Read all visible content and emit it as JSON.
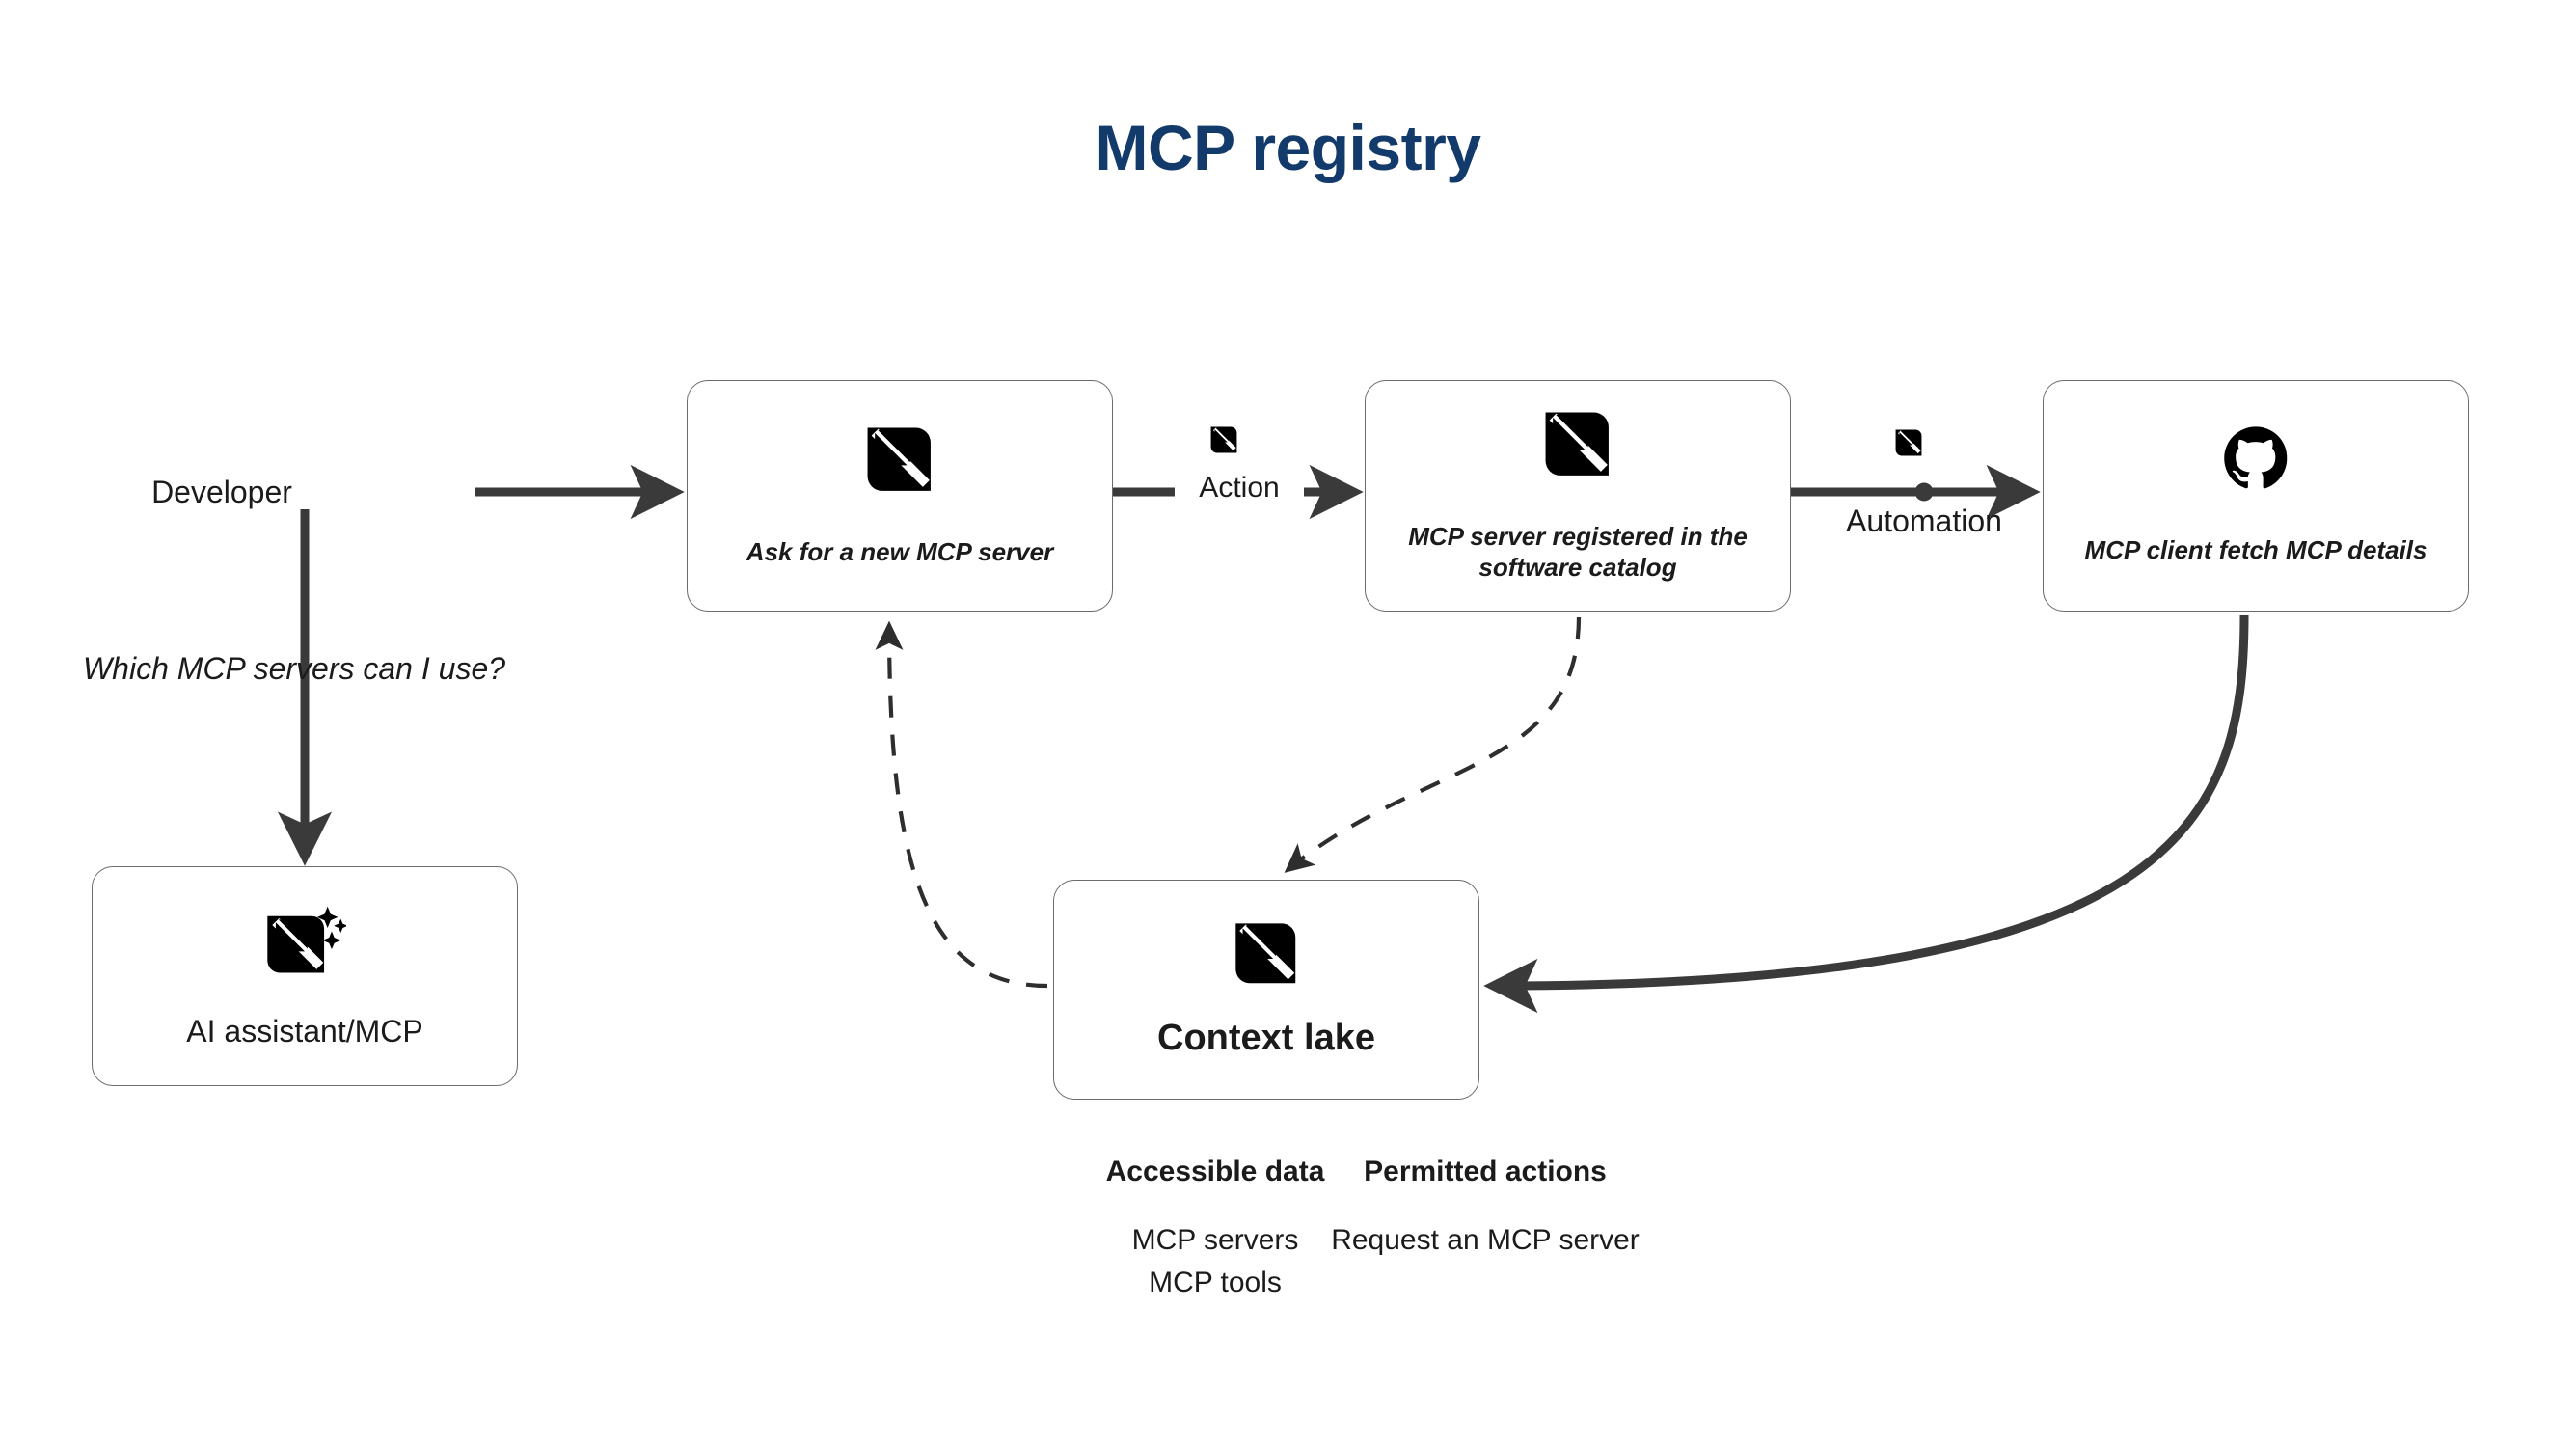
{
  "page": {
    "title": "MCP registry",
    "title_color": "#123a6b",
    "background": "#ffffff"
  },
  "colors": {
    "title": "#123a6b",
    "edge": "#3a3a3a",
    "node_border": "#6b6b6b",
    "text": "#1b1b1b",
    "icon": "#000000"
  },
  "nodes": [
    {
      "id": "developer",
      "label": "Developer",
      "style": "plain-text",
      "icon": null
    },
    {
      "id": "question",
      "label": "Which MCP servers can I use?",
      "style": "italic-text",
      "icon": null
    },
    {
      "id": "ai-assistant",
      "label": "AI assistant/MCP",
      "style": "box-plain",
      "icon": "mcp-sparkle-icon"
    },
    {
      "id": "ask-server",
      "label": "Ask for a new MCP server",
      "style": "box-italic-bold",
      "icon": "mcp-icon"
    },
    {
      "id": "registered-server",
      "label": "MCP server registered in the software catalog",
      "label_line1": "MCP server registered in the",
      "label_line2": "software catalog",
      "style": "box-italic-bold",
      "icon": "mcp-icon"
    },
    {
      "id": "mcp-client",
      "label": "MCP client fetch MCP details",
      "style": "box-italic-bold",
      "icon": "github-icon"
    },
    {
      "id": "context-lake",
      "label": "Context lake",
      "style": "box-bold",
      "icon": "mcp-icon"
    }
  ],
  "edges": [
    {
      "id": "developer-to-ask",
      "from": "developer",
      "to": "ask-server",
      "label": "",
      "line": "solid-thick",
      "arrow": "end"
    },
    {
      "id": "developer-to-ai",
      "from": "developer",
      "to": "ai-assistant",
      "label": "",
      "line": "solid-thick",
      "arrow": "end"
    },
    {
      "id": "ask-to-registered",
      "from": "ask-server",
      "to": "registered-server",
      "label": "Action",
      "label_icon": "mcp-icon",
      "label_position": "on-line",
      "line": "solid-thick",
      "arrow": "end"
    },
    {
      "id": "registered-to-client",
      "from": "registered-server",
      "to": "mcp-client",
      "label": "Automation",
      "label_icon": "mcp-icon",
      "label_position": "below-line",
      "line": "solid-thick",
      "arrow": "end",
      "midpoint_dot": true
    },
    {
      "id": "client-to-lake",
      "from": "mcp-client",
      "to": "context-lake",
      "label": "",
      "line": "solid-thick-curve",
      "arrow": "end"
    },
    {
      "id": "lake-to-ask",
      "from": "context-lake",
      "to": "ask-server",
      "label": "",
      "line": "dashed-curve",
      "arrow": "end"
    },
    {
      "id": "registered-to-lake",
      "from": "registered-server",
      "to": "context-lake",
      "label": "",
      "line": "dashed-curve",
      "arrow": "end"
    }
  ],
  "detail_table": {
    "columns": [
      {
        "id": "accessible-data",
        "header": "Accessible data",
        "cells": [
          "MCP servers",
          "MCP tools"
        ]
      },
      {
        "id": "permitted-actions",
        "header": "Permitted actions",
        "cells": [
          "Request an MCP server"
        ]
      }
    ]
  }
}
